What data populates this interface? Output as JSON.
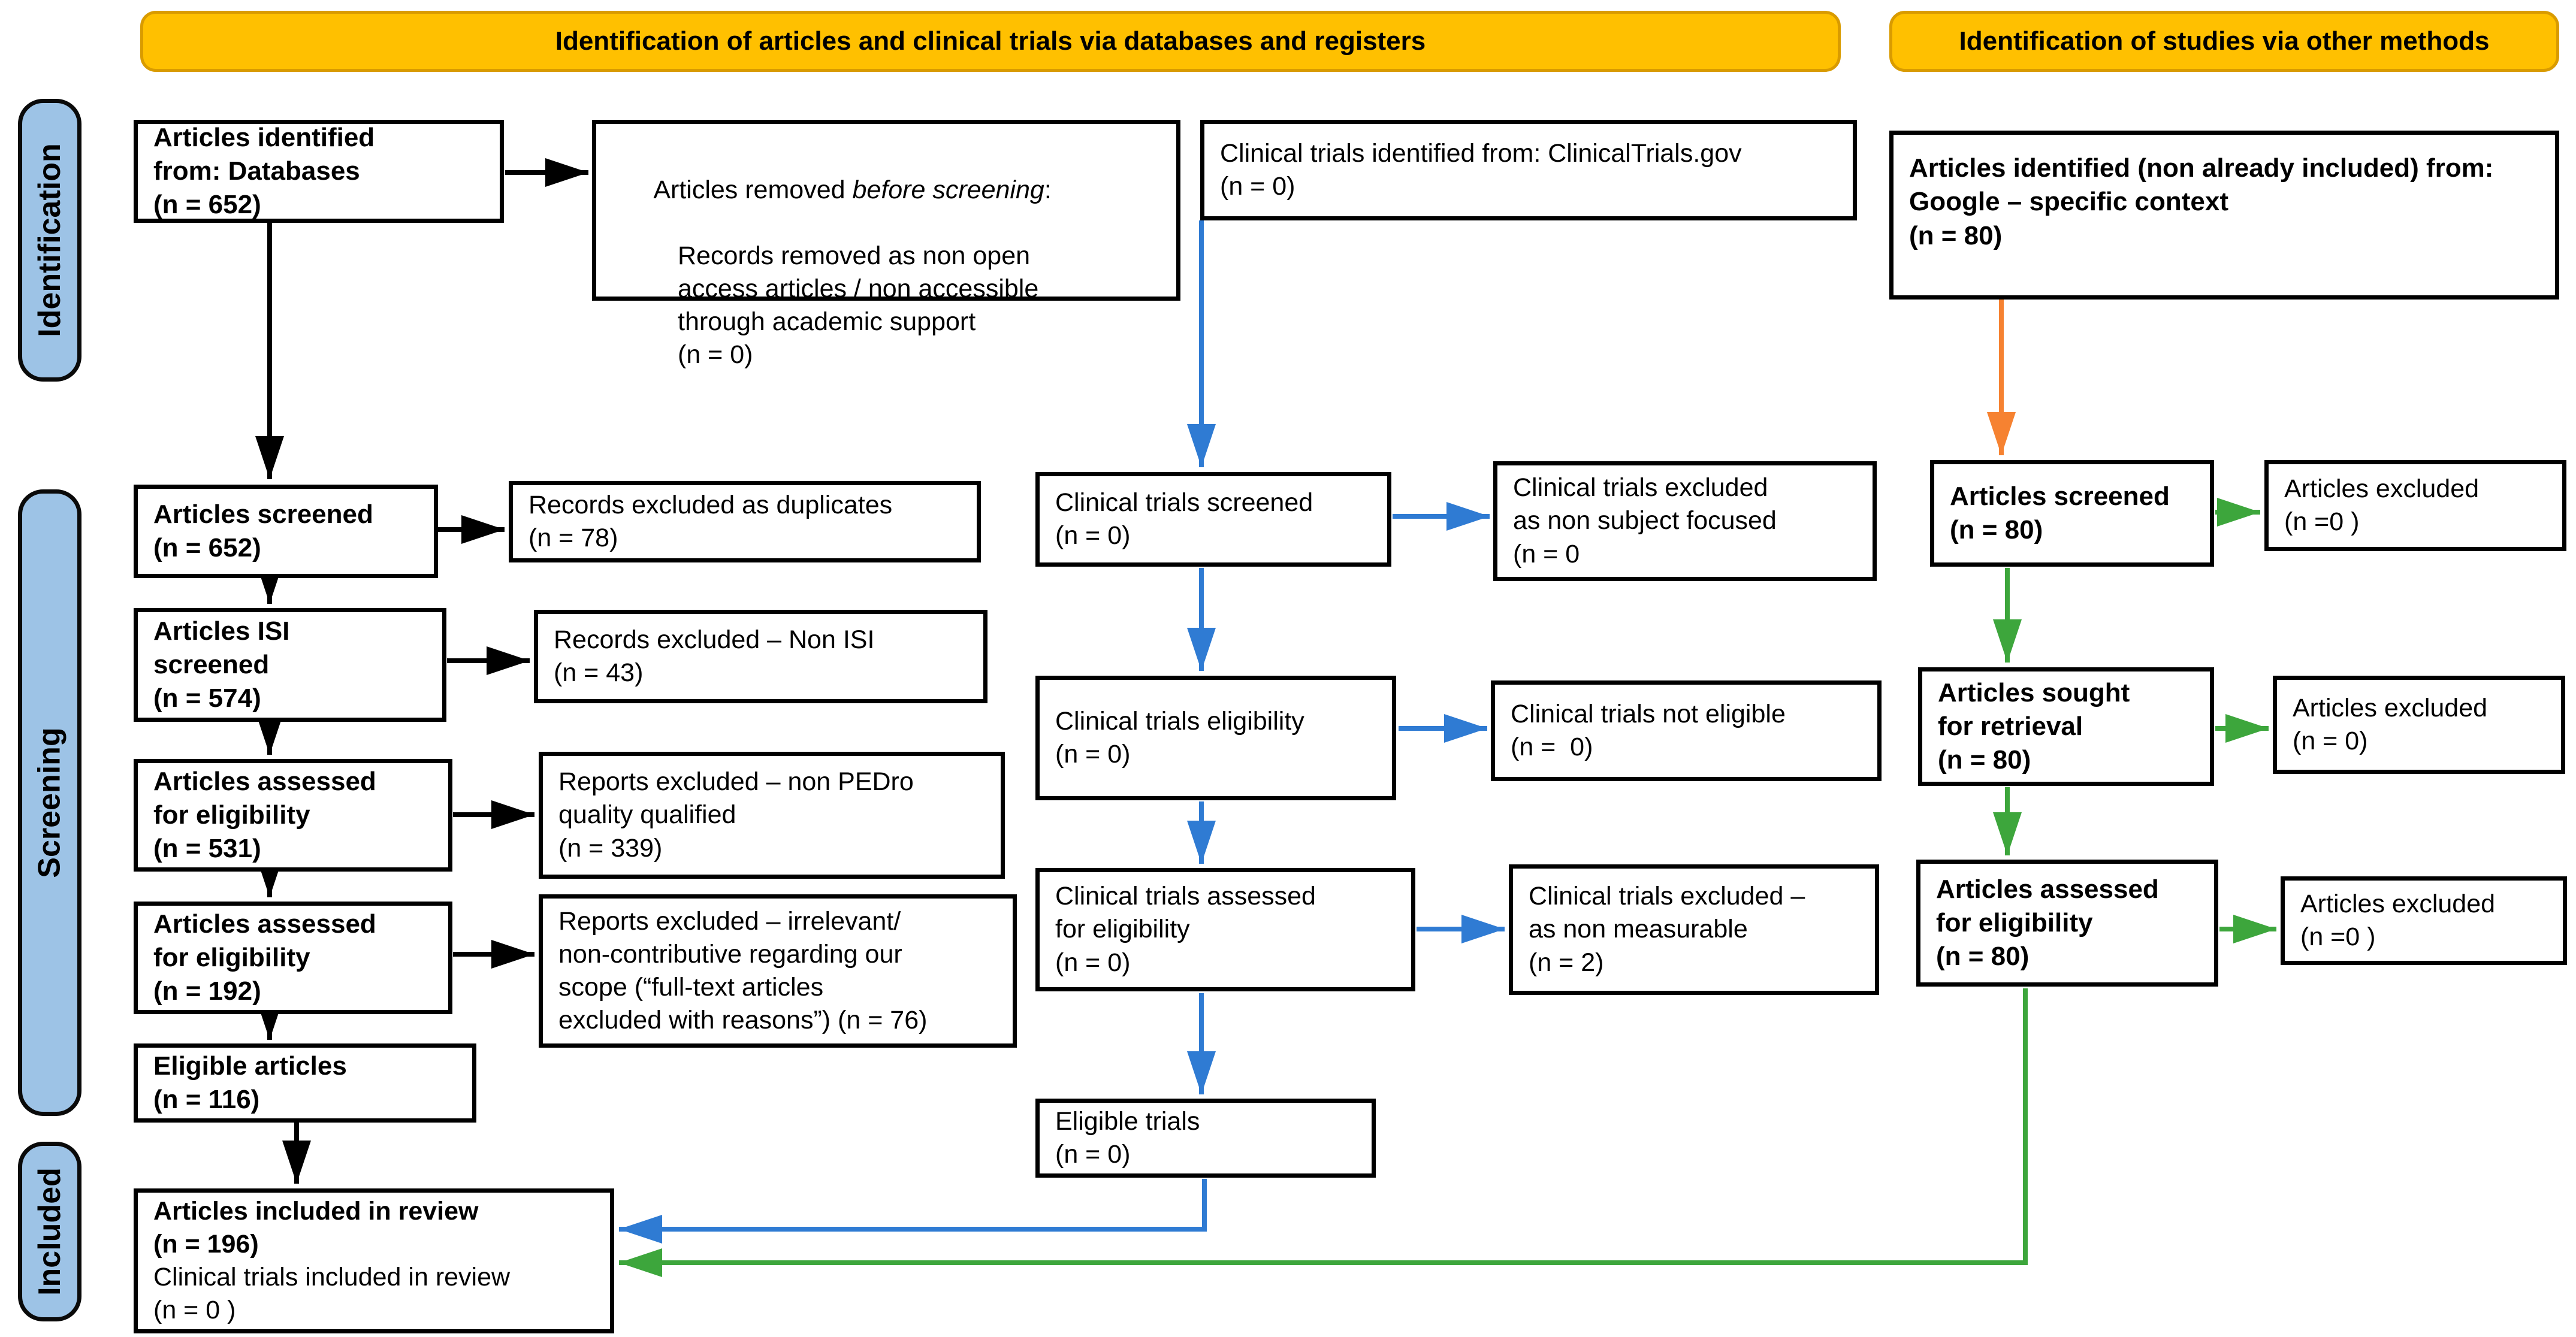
{
  "banners": {
    "databases": "Identification of articles and clinical trials via databases and registers",
    "other_methods": "Identification of studies via other methods"
  },
  "sidebar": {
    "identification": "Identification",
    "screening": "Screening",
    "included": "Included"
  },
  "colors": {
    "banner_bg": "#FFC000",
    "banner_border": "#D99B00",
    "sidebar_bg": "#9DC3E6",
    "arrow_black": "#000000",
    "arrow_blue": "#2F7BD3",
    "arrow_green": "#3DA63C",
    "arrow_orange": "#F68231"
  },
  "nodes": {
    "articles_identified": {
      "text": "Articles identified\nfrom: Databases\n(n = 652)"
    },
    "articles_removed": {
      "lead": "Articles removed ",
      "lead_italic": "before screening",
      "lead_colon": ":",
      "body": "Records removed as non open\naccess articles / non accessible\nthrough academic support\n(n = 0)"
    },
    "trials_identified": {
      "text": "Clinical trials identified from: ClinicalTrials.gov\n(n = 0)"
    },
    "google_identified": {
      "text": "Articles identified (non already included) from:\nGoogle – specific context\n(n = 80)"
    },
    "articles_screened": {
      "text": "Articles screened\n(n = 652)"
    },
    "dup_excluded": {
      "text": "Records excluded as duplicates\n(n = 78)"
    },
    "isi_screened": {
      "text": "Articles ISI\nscreened\n(n = 574)"
    },
    "non_isi_excluded": {
      "text": "Records excluded – Non ISI\n(n = 43)"
    },
    "assessed_531": {
      "text": "Articles assessed\nfor eligibility\n(n = 531)"
    },
    "pedro_excluded": {
      "text": "Reports excluded – non PEDro\nquality qualified\n(n = 339)"
    },
    "assessed_192": {
      "text": "Articles assessed\nfor eligibility\n(n = 192)"
    },
    "irrelevant_excluded": {
      "text": "Reports excluded – irrelevant/\nnon-contributive regarding our\nscope (“full-text articles\nexcluded with reasons”) (n = 76)"
    },
    "eligible_articles": {
      "text": "Eligible articles\n(n = 116)"
    },
    "included_review": {
      "line_bold": "Articles included in review\n(n = 196)",
      "line_regular": "Clinical trials included in review\n(n = 0 )"
    },
    "trials_screened": {
      "text": "Clinical trials screened\n(n = 0)"
    },
    "trials_excluded_focus": {
      "text": "Clinical trials excluded\nas non subject focused\n(n = 0"
    },
    "trials_eligibility": {
      "text": "Clinical trials eligibility\n(n = 0)"
    },
    "trials_not_eligible": {
      "text": "Clinical trials not eligible\n(n =  0)"
    },
    "trials_assessed": {
      "text": "Clinical trials assessed\nfor eligibility\n(n = 0)"
    },
    "trials_excluded_measurable": {
      "text": "Clinical trials excluded –\nas non measurable\n(n = 2)"
    },
    "eligible_trials": {
      "text": "Eligible trials\n(n = 0)"
    },
    "articles_screened_80": {
      "text": "Articles screened\n(n = 80)"
    },
    "articles_excluded_1": {
      "text": "Articles excluded\n(n =0 )"
    },
    "articles_sought": {
      "text": "Articles sought\nfor retrieval\n(n = 80)"
    },
    "articles_excluded_2": {
      "text": "Articles excluded\n(n = 0)"
    },
    "assessed_80": {
      "text": "Articles assessed\nfor eligibility\n(n = 80)"
    },
    "articles_excluded_3": {
      "text": "Articles excluded\n(n =0 )"
    }
  }
}
